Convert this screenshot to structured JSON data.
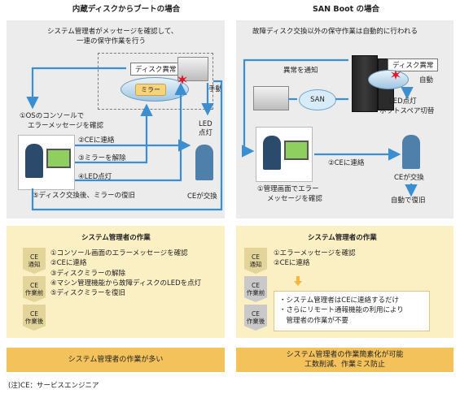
{
  "colors": {
    "arrow": "#3b8fd0",
    "panel": "#ececec",
    "tan": "#fbefc4",
    "orange": "#f4c25a",
    "gray_stage": "#c9c9c9",
    "burst": "#e0182d"
  },
  "left": {
    "title": "内蔵ディスクからブートの場合",
    "intro_line1": "システム管理者がメッセージを確認して、",
    "intro_line2": "一連の保守作業を行う",
    "disk_error": "ディスク異常",
    "mirror": "ミラー",
    "manual": "手動",
    "led_line1": "LED",
    "led_line2": "点灯",
    "console_line1": "①OSのコンソールで",
    "console_line2": "エラーメッセージを確認",
    "step2": "②CEに連絡",
    "step3": "③ミラーを解除",
    "step4": "④LED点灯",
    "step5": "⑤ディスク交換後、ミラーの復旧",
    "ce_replace": "CEが交換"
  },
  "right": {
    "title": "SAN Boot の場合",
    "intro": "故障ディスク交換以外の保守作業は自動的に行われる",
    "notify": "異常を通知",
    "disk_error": "ディスク異常",
    "auto": "自動",
    "san": "SAN",
    "led": "LED点灯",
    "hot_spare": "ホットスペア切替",
    "admin_screen_line1": "①管理画面でエラー",
    "admin_screen_line2": "メッセージを確認",
    "contact": "②CEに連絡",
    "ce_replace": "CEが交換",
    "auto_recover": "自動で復旧"
  },
  "stages": {
    "notify_line1": "CE",
    "notify_line2": "通知",
    "before_line1": "CE",
    "before_line2": "作業前",
    "after_line1": "CE",
    "after_line2": "作業後"
  },
  "left_tasks": {
    "title": "システム管理者の作業",
    "items": [
      "①コンソール画面のエラーメッセージを確認",
      "②CEに連絡",
      "③ディスクミラーの解除",
      "④マシン管理機能から故障ディスクのLEDを点灯",
      "⑤ディスクミラーを復旧"
    ],
    "summary": "システム管理者の作業が多い"
  },
  "right_tasks": {
    "title": "システム管理者の作業",
    "items": [
      "①エラーメッセージを確認",
      "②CEに連絡"
    ],
    "notes": [
      "・システム管理者はCEに連絡するだけ",
      "・さらにリモート通報機能の利用により",
      "　管理者の作業が不要"
    ],
    "summary_line1": "システム管理者の作業簡素化が可能",
    "summary_line2": "工数削減、作業ミス防止"
  },
  "footnote": "(注)CE：サービスエンジニア"
}
